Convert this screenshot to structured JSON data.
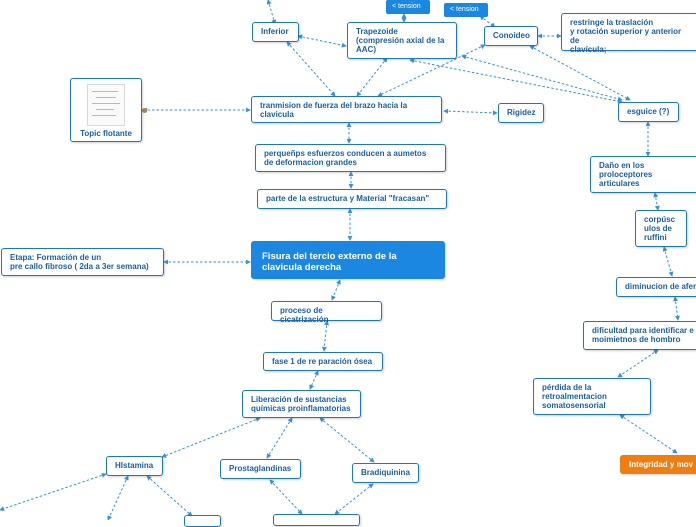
{
  "nodes": {
    "inferior": "Inferior",
    "trapezoide": "Trapezoide\n(compresión axial de la\nAAC)",
    "conoideo": "Conoideo",
    "restringe": "restringe la traslación\ny rotación superior y anterior de\nclavícula;",
    "topic_flotante": "Topic flotante",
    "tranmision": "tranmision de fuerza del brazo hacia la\nclavicula",
    "rigidez": "Rigidez",
    "esguice": "esguice (?)",
    "pequenos": "perqueñps esfuerzos conducen a aumetos\nde deformacion grandes",
    "parte": "parte de la estructura y  Material \"fracasan\"",
    "dano": "Daño  en los\nproloceptores\narticulares",
    "corpusculos": "corpúsc\nulos de\nruffini",
    "etapa": "Etapa: Formación de un\npre callo fibroso ( 2da a 3er semana)",
    "fisura": "Fisura del tercio externo de la\nclavicula derecha",
    "disminucion": "diminucion de afer",
    "proceso": "proceso de cicatrización",
    "fase": "fase 1 de re paración ósea",
    "dificultad": "dificultad para identificar e\nmoimietnos de hombro",
    "liberacion": "Liberación de sustancias\nquímicas proinflamatorias",
    "perdida": "pérdida de la\nretroalmentacion\nsomatosensorial",
    "histamina": "HIstamina",
    "prostaglandinas": "Prostaglandinas",
    "bradiquinina": "Bradiquinina",
    "integridad": "Integridad  y mov"
  },
  "tags": {
    "tension_1": "< tension",
    "tension_2": "< tension"
  },
  "colors": {
    "accent": "#1b87e0",
    "node_border": "#1a78c2",
    "node_text": "#1a5fa0",
    "highlight": "#ef7d10",
    "connector": "#3b8fd6"
  }
}
